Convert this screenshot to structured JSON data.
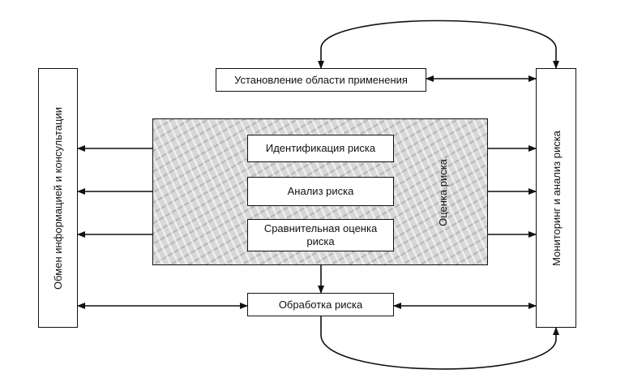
{
  "diagram": {
    "scope": "Установление области применения",
    "communication": "Обмен информацией и консультации",
    "monitoring": "Мониторинг и анализ риска",
    "assessment": "Оценка риска",
    "identification": "Идентификация риска",
    "analysis": "Анализ риска",
    "evaluation_line1": "Сравнительная оценка",
    "evaluation_line2": "риска",
    "treatment": "Обработка риска"
  }
}
